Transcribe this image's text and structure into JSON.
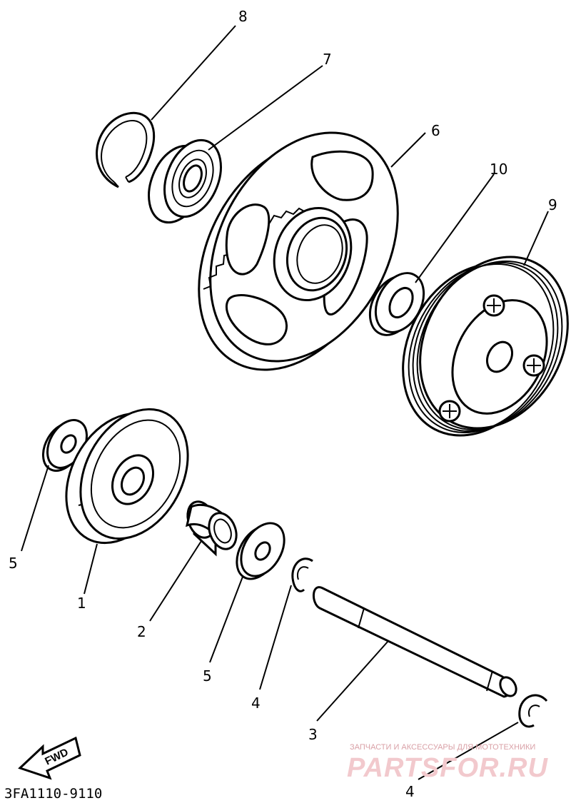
{
  "diagram": {
    "part_code": "3FA1110-9110",
    "direction_badge": "FWD",
    "watermark": {
      "caption": "ЗАПЧАСТИ И АКСЕССУАРЫ ДЛЯ МОТОТЕХНИКИ",
      "brand": "PARTSFOR.RU"
    },
    "callouts": [
      {
        "id": "c8",
        "number": "8"
      },
      {
        "id": "c7",
        "number": "7"
      },
      {
        "id": "c6",
        "number": "6"
      },
      {
        "id": "c10",
        "number": "10"
      },
      {
        "id": "c9",
        "number": "9"
      },
      {
        "id": "c5a",
        "number": "5"
      },
      {
        "id": "c1",
        "number": "1"
      },
      {
        "id": "c2",
        "number": "2"
      },
      {
        "id": "c5b",
        "number": "5"
      },
      {
        "id": "c4a",
        "number": "4"
      },
      {
        "id": "c3",
        "number": "3"
      },
      {
        "id": "c4b",
        "number": "4"
      }
    ]
  }
}
